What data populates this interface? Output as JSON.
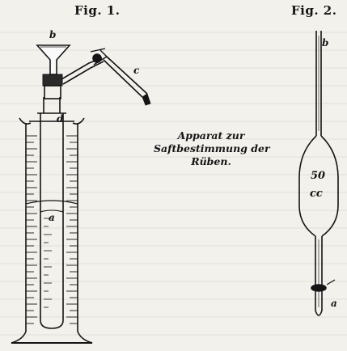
{
  "figures": [
    {
      "title": "Fig. 1."
    },
    {
      "title": "Fig. 2."
    }
  ],
  "caption": {
    "line1": "Apparat zur",
    "line2": "Saftbestimmung der",
    "line3": "Rüben."
  },
  "labels": {
    "fig1": {
      "b": "b",
      "c": "c",
      "d": "d",
      "a": "a"
    },
    "fig2": {
      "b": "b",
      "volume_value": "50",
      "volume_unit": "cc",
      "a": "a"
    }
  }
}
